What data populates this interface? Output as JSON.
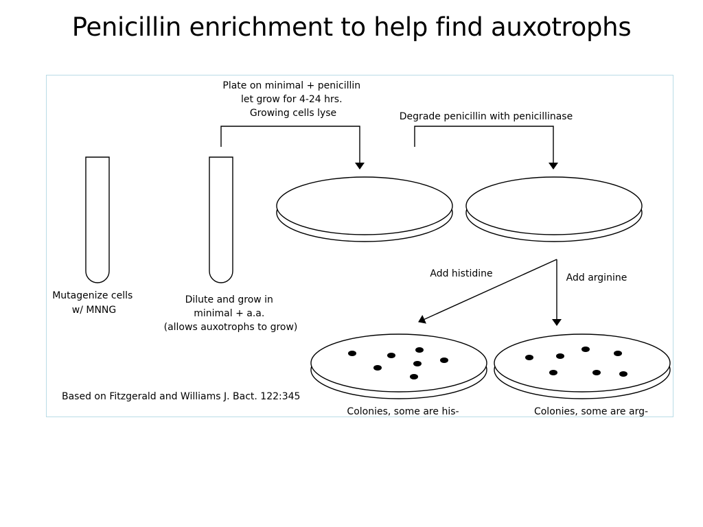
{
  "title": "Penicillin enrichment to help find auxotrophs",
  "diagram": {
    "step1_label": [
      "Mutagenize cells",
      "w/ MNNG"
    ],
    "step2_label": [
      "Dilute and grow in",
      "minimal + a.a.",
      "(allows auxotrophs to grow)"
    ],
    "step3_label": [
      "Plate on minimal + penicillin",
      "let grow for 4-24 hrs.",
      "Growing cells lyse"
    ],
    "step4_label": "Degrade penicillin with penicillinase",
    "branch_histidine": "Add histidine",
    "branch_arginine": "Add arginine",
    "result_his": "Colonies, some are his-",
    "result_arg": "Colonies, some are arg-",
    "citation": "Based on Fitzgerald and Williams J. Bact. 122:345"
  }
}
